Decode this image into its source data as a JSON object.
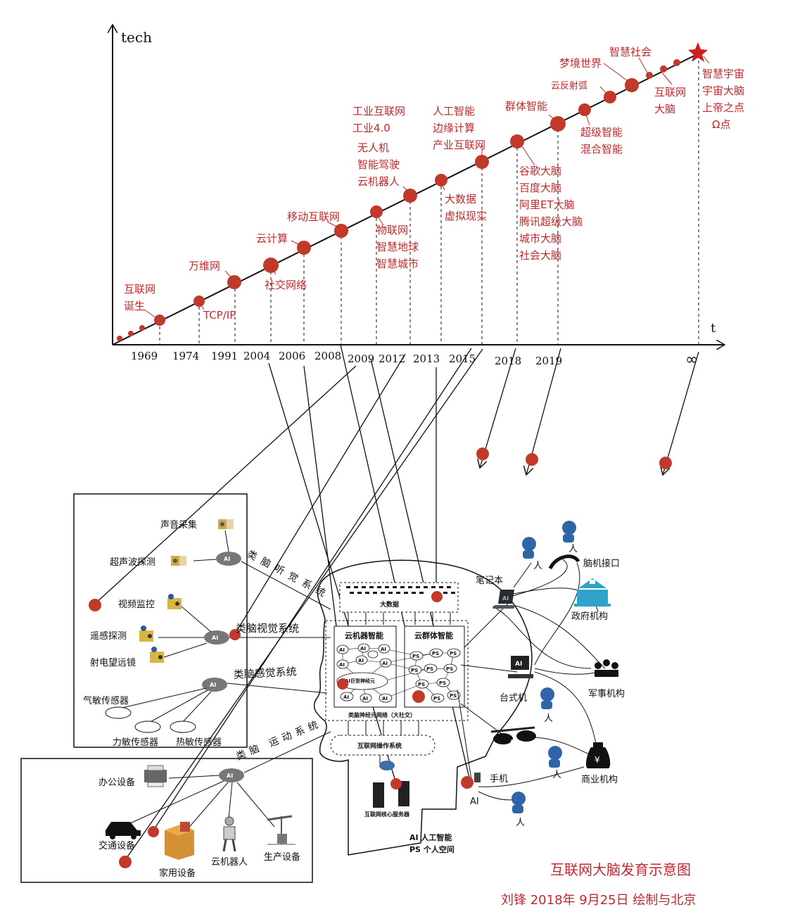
{
  "axes": {
    "y_label": "tech",
    "x_label": "t",
    "infinity": "∞"
  },
  "years": [
    "1969",
    "1974",
    "1991",
    "2004",
    "2006",
    "2008",
    "2009",
    "2012",
    "2013",
    "2015",
    "2018",
    "2019"
  ],
  "milestones": {
    "internet_born": "互联网\n诞生",
    "tcpip": "TCP/IP",
    "www": "万维网",
    "social": "社交网络",
    "cloud": "云计算",
    "mobile": "移动互联网",
    "iot": "物联网\n智慧地球\n智慧城市",
    "iiot": "工业互联网\n工业4.0",
    "drones": "无人机\n智能驾驶\n云机器人",
    "bigdata": "大数据\n虚拟现实",
    "ai_edge": "人工智能\n边缘计算\n产业互联网",
    "brains": "谷歌大脑\n百度大脑\n阿里ET大脑\n腾讯超级大脑\n城市大脑\n社会大脑",
    "swarm": "群体智能",
    "super": "超级智能\n混合智能",
    "cloud_reflex": "云反射弧",
    "dream": "梦境世界",
    "smart_society": "智慧社会",
    "internet_brain": "互联网\n大脑",
    "omega": "智慧宇宙\n宇宙大脑\n上帝之点\nΩ点"
  },
  "brain": {
    "bigdata": "大数据",
    "cloud_robot_intel": "云机器智能",
    "cloud_swarm_intel": "云群体智能",
    "ai_neuron": "AI巨型神经元",
    "network": "类脑神经元网络（大社交）",
    "os": "互联网操作系统",
    "server": "互联网核心服务器",
    "legend_ai": "AI  人工智能",
    "legend_ps": "PS  个人空间",
    "ai": "AI",
    "ps": "PS"
  },
  "systems": {
    "auditory": "类脑听觉系统",
    "visual": "类脑视觉系统",
    "sensory": "类脑感觉系统",
    "motor": "类脑运动系统"
  },
  "sensors": {
    "sound": "声音采集",
    "ultrasound": "超声波探测",
    "video": "视频监控",
    "remote": "遥感探测",
    "radio": "射电望远镜",
    "gas": "气敏传感器",
    "force": "力敏传感器",
    "heat": "热敏传感器"
  },
  "devices": {
    "office": "办公设备",
    "traffic": "交通设备",
    "home": "家用设备",
    "robot": "云机器人",
    "production": "生产设备"
  },
  "right": {
    "person": "人",
    "bci": "脑机接口",
    "laptop": "笔记本",
    "gov": "政府机构",
    "desktop": "台式机",
    "military": "军事机构",
    "business": "商业机构",
    "phone": "手机",
    "ai": "AI"
  },
  "footer": {
    "title": "互联网大脑发育示意图",
    "author": "刘锋    2018年  9月25日  绘制与北京"
  },
  "colors": {
    "dot": "#cc1f1f",
    "text_red": "#c0282d"
  }
}
